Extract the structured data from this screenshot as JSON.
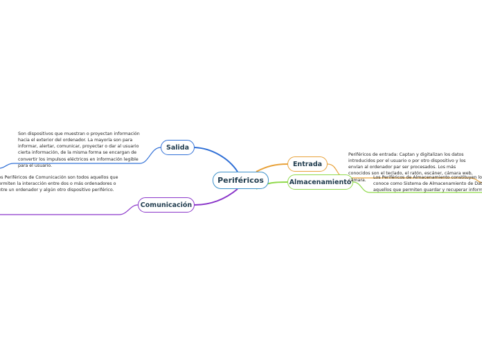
{
  "colors": {
    "center": "#3a8fc8",
    "salida": "#2f6fd6",
    "comunicacion": "#8a35c9",
    "entrada": "#e8a23a",
    "almacenamiento": "#8fd94a"
  },
  "center": {
    "label": "Periféricos"
  },
  "branches": {
    "salida": {
      "label": "Salida",
      "note": "Son dispositivos que muestran o proyectan información hacia el exterior del ordenador. La mayoría son para informar, alertar, comunicar, proyectar o dar al usuario cierta información, de la misma forma se encargan de convertir los impulsos eléctricos en información legible para el usuario."
    },
    "comunicacion": {
      "label": "Comunicación",
      "note": "Los Periféricos de Comunicación son todos aquellos que permiten la interacción entre dos o más ordenadores o entre un ordenador y algún otro dispositivo periférico."
    },
    "entrada": {
      "label": "Entrada",
      "note": "Periféricos de entrada: Captan y digitalizan los datos introducidos por el usuario o por otro dispositivo y los envían al ordenador par ser procesados. Los más conocidos son el teclado, el ratón, escáner, cámara web, cámara."
    },
    "almacenamiento": {
      "label": "Almacenamiento",
      "note": "Los Periféricos de Almacenamiento constituyen lo que se conoce como Sistema de Almacenamiento de Datos y son aquellos que permiten guardar y recuperar información."
    }
  }
}
